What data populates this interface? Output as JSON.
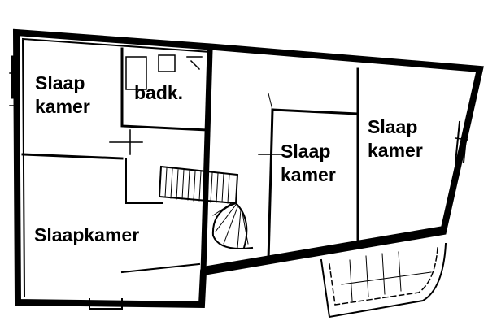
{
  "rooms": {
    "top_left": {
      "line1": "Slaap",
      "line2": "kamer"
    },
    "bathroom": "badk.",
    "bottom_left": "Slaapkamer",
    "middle": {
      "line1": "Slaap",
      "line2": "kamer"
    },
    "right": {
      "line1": "Slaap",
      "line2": "kamer"
    }
  }
}
